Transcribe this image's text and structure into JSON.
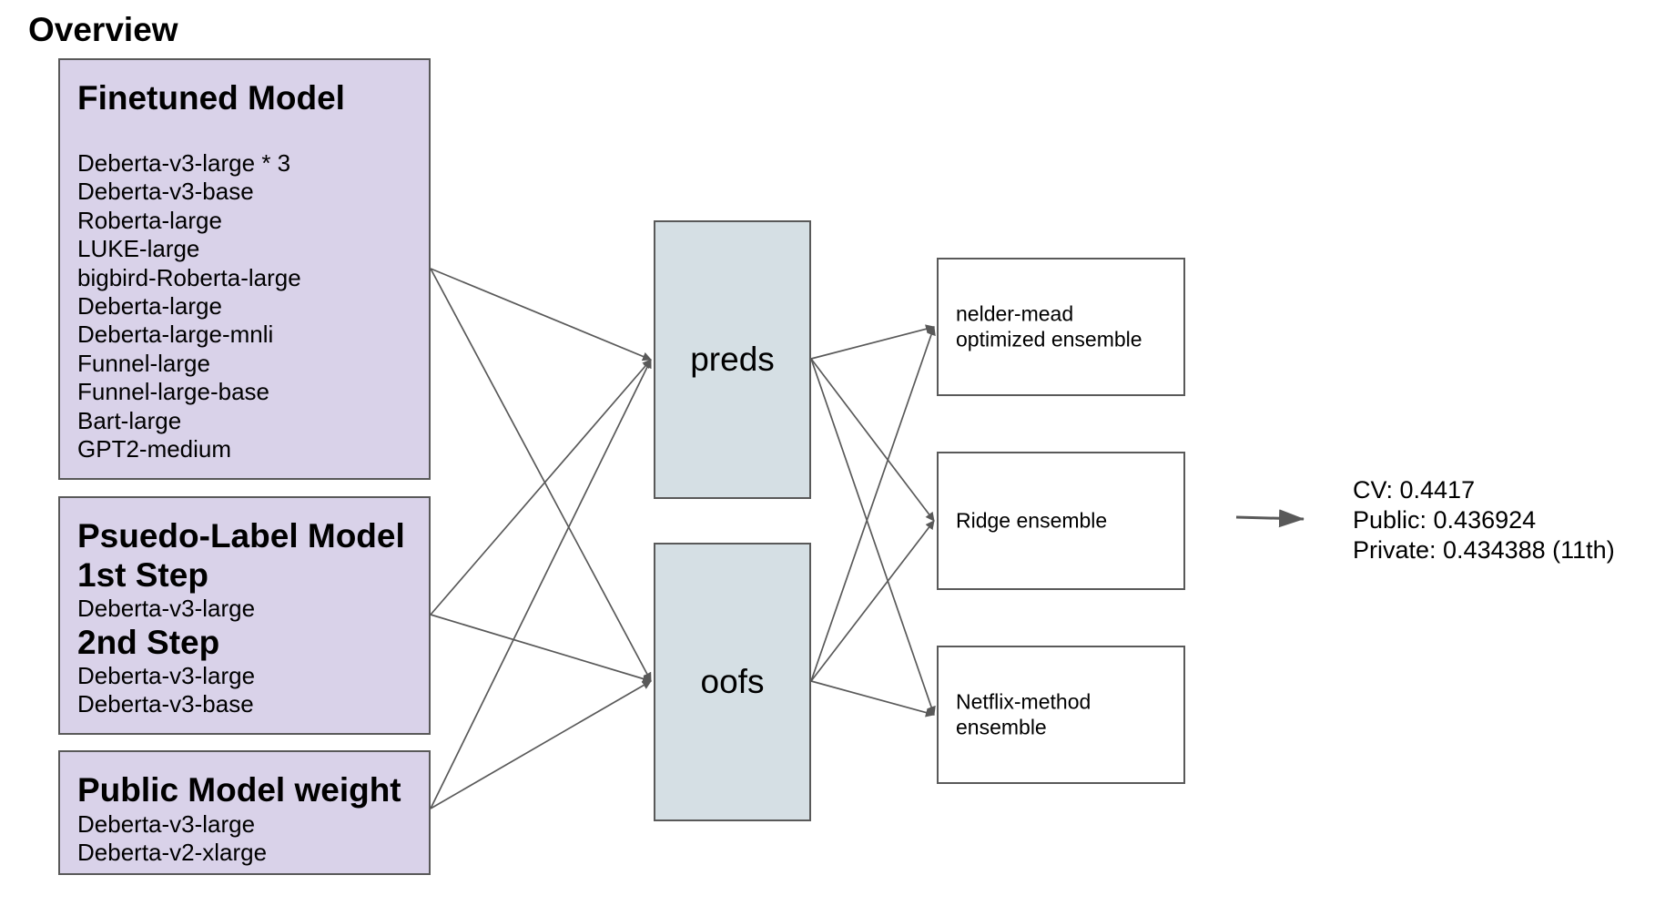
{
  "title": "Overview",
  "source_groups": {
    "finetuned": {
      "heading": "Finetuned Model",
      "items": [
        "Deberta-v3-large * 3",
        "Deberta-v3-base",
        "Roberta-large",
        "LUKE-large",
        "bigbird-Roberta-large",
        "Deberta-large",
        "Deberta-large-mnli",
        "Funnel-large",
        "Funnel-large-base",
        "Bart-large",
        "GPT2-medium"
      ]
    },
    "pseudo_label": {
      "heading_line1": "Psuedo-Label Model",
      "step1_heading": "1st Step",
      "step1_items": [
        "Deberta-v3-large"
      ],
      "step2_heading": "2nd Step",
      "step2_items": [
        "Deberta-v3-large",
        "Deberta-v3-base"
      ]
    },
    "public_weight": {
      "heading": "Public Model weight",
      "items": [
        "Deberta-v3-large",
        "Deberta-v2-xlarge"
      ]
    }
  },
  "intermediate": {
    "preds": "preds",
    "oofs": "oofs"
  },
  "ensembles": {
    "nelder_mead": [
      "nelder-mead",
      "optimized ensemble"
    ],
    "ridge": [
      "Ridge ensemble"
    ],
    "netflix": [
      "Netflix-method",
      "ensemble"
    ]
  },
  "results": {
    "cv": "CV: 0.4417",
    "public": "Public: 0.436924",
    "private": "Private: 0.434388 (11th)"
  },
  "colors": {
    "source_fill": "#d9d2e9",
    "intermediate_fill": "#d5dfe4",
    "ensemble_fill": "#ffffff",
    "border": "#595959",
    "arrow": "#595959"
  }
}
